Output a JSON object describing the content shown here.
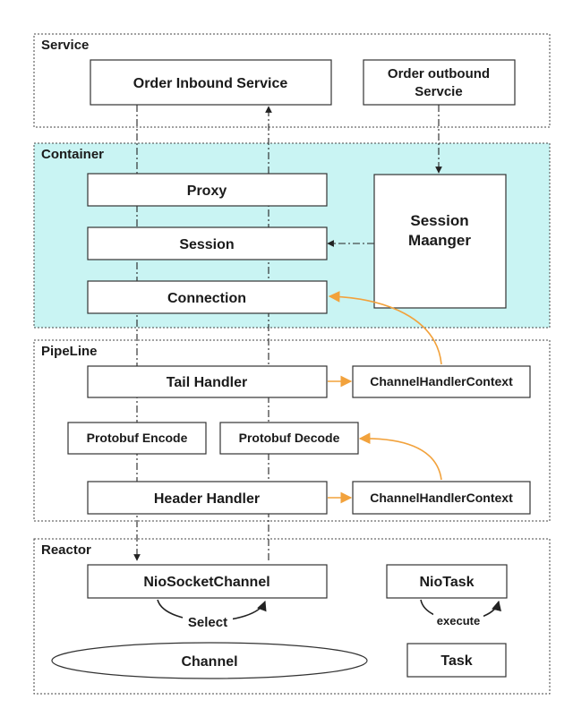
{
  "colors": {
    "container_fill": "#c9f4f3",
    "accent_arrow": "#f2a23c",
    "box_stroke": "#333333"
  },
  "groups": {
    "service": "Service",
    "container": "Container",
    "pipeline": "PipeLine",
    "reactor": "Reactor"
  },
  "service": {
    "inbound": "Order Inbound Service",
    "outbound_line1": "Order outbound",
    "outbound_line2": "Servcie"
  },
  "container": {
    "proxy": "Proxy",
    "session": "Session",
    "connection": "Connection",
    "manager_line1": "Session",
    "manager_line2": "Maanger"
  },
  "pipeline": {
    "tail_handler": "Tail Handler",
    "tail_context": "ChannelHandlerContext",
    "protobuf_encode": "Protobuf Encode",
    "protobuf_decode": "Protobuf Decode",
    "header_handler": "Header Handler",
    "header_context": "ChannelHandlerContext"
  },
  "reactor": {
    "nio_socket_channel": "NioSocketChannel",
    "select": "Select",
    "channel": "Channel",
    "nio_task": "NioTask",
    "execute": "execute",
    "task": "Task"
  }
}
